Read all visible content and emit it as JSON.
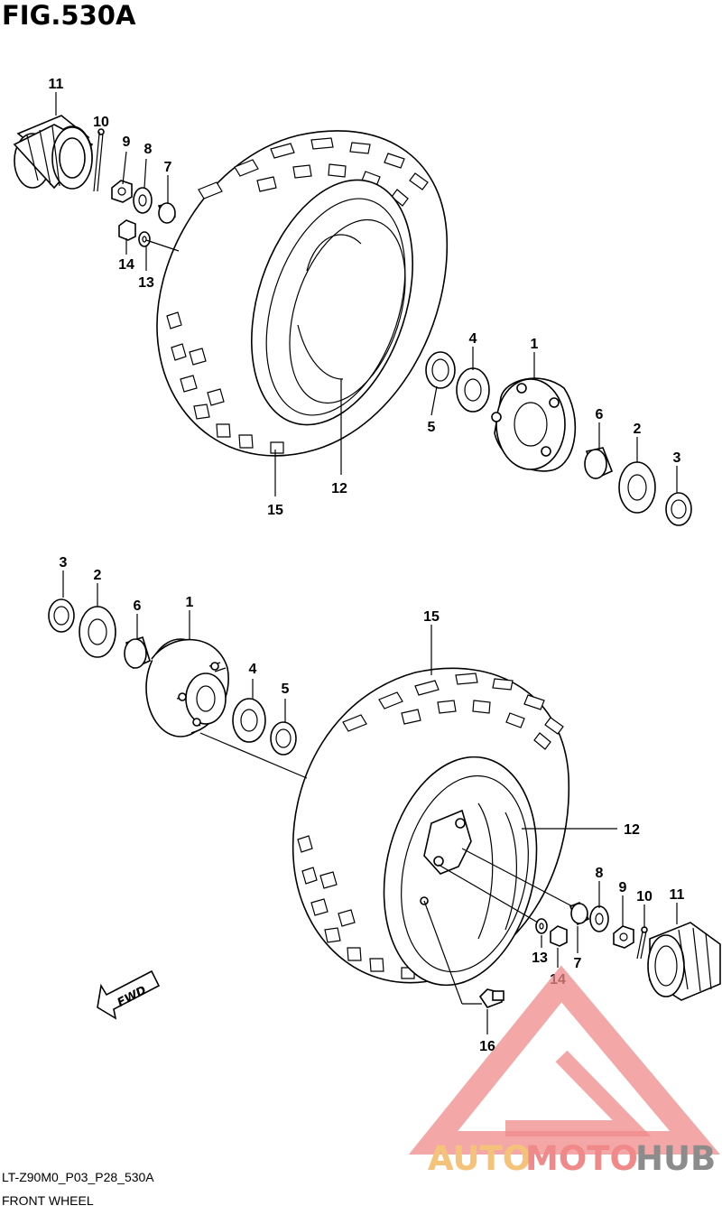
{
  "figure": {
    "title": "FIG.530A",
    "code": "LT-Z90M0_P03_P28_530A",
    "name": "FRONT WHEEL",
    "direction_label": "FWD"
  },
  "callouts": {
    "top": {
      "c1": "1",
      "c2": "2",
      "c3": "3",
      "c4": "4",
      "c5": "5",
      "c6": "6",
      "c7": "7",
      "c8": "8",
      "c9": "9",
      "c10": "10",
      "c11": "11",
      "c12": "12",
      "c13": "13",
      "c14": "14",
      "c15": "15"
    },
    "bottom": {
      "c1": "1",
      "c2": "2",
      "c3": "3",
      "c4": "4",
      "c5": "5",
      "c6": "6",
      "c7": "7",
      "c8": "8",
      "c9": "9",
      "c10": "10",
      "c11": "11",
      "c12": "12",
      "c13": "13",
      "c14": "14",
      "c15": "15",
      "c16": "16"
    }
  },
  "watermark": {
    "part1": "AUTO",
    "part2": "MOTO",
    "part3": "HUB",
    "colors": {
      "auto": "#f5c27a",
      "moto": "#f08a8a",
      "hub": "#8c8c8c",
      "logo": "#f08a8a"
    }
  }
}
